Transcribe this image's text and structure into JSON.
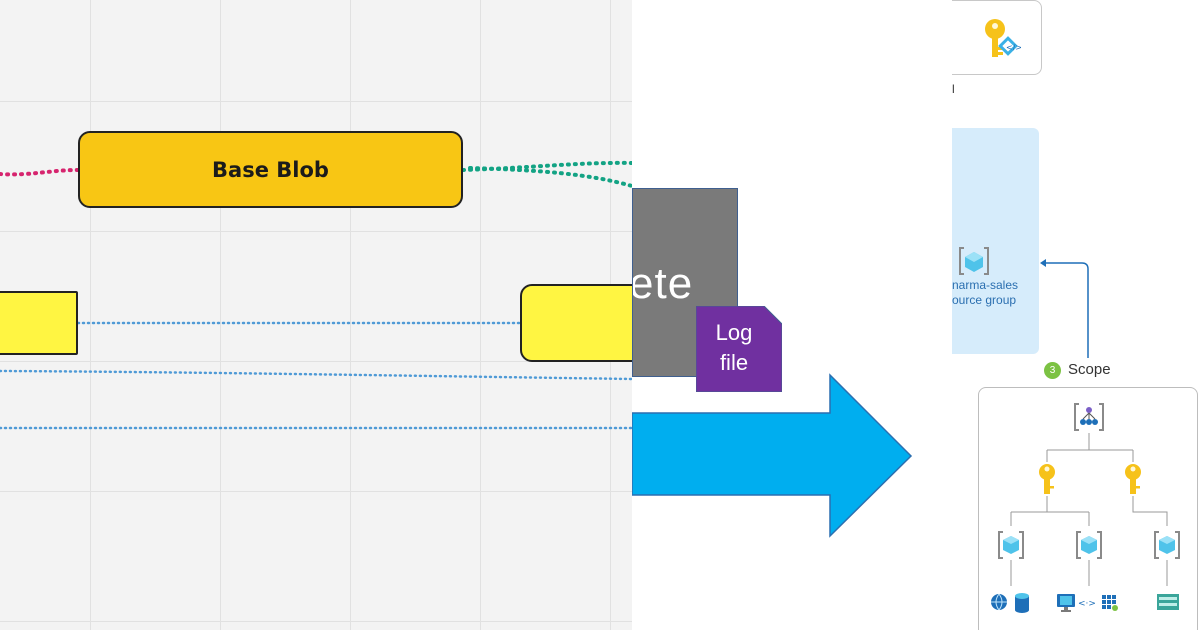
{
  "left_panel": {
    "base_blob_label": "Base Blob"
  },
  "middle_panel": {
    "delete_fragment": "ete",
    "log_file_line1": "Log",
    "log_file_line2": "file",
    "colors": {
      "arrow": "#00aeef",
      "log_file": "#7030a0",
      "delete_box": "#7a7a7a"
    }
  },
  "right_panel": {
    "key_caption_fragment": "l",
    "resource_group_name": "narma-sales",
    "resource_group_type": "ource group",
    "scope_number": "3",
    "scope_label": "Scope"
  },
  "colors": {
    "base_blob": "#f8c614",
    "yellow_note": "#fff542",
    "pink_dotted": "#d6246e",
    "teal_dotted": "#13a384",
    "blue_dotted": "#4f9ad6"
  }
}
